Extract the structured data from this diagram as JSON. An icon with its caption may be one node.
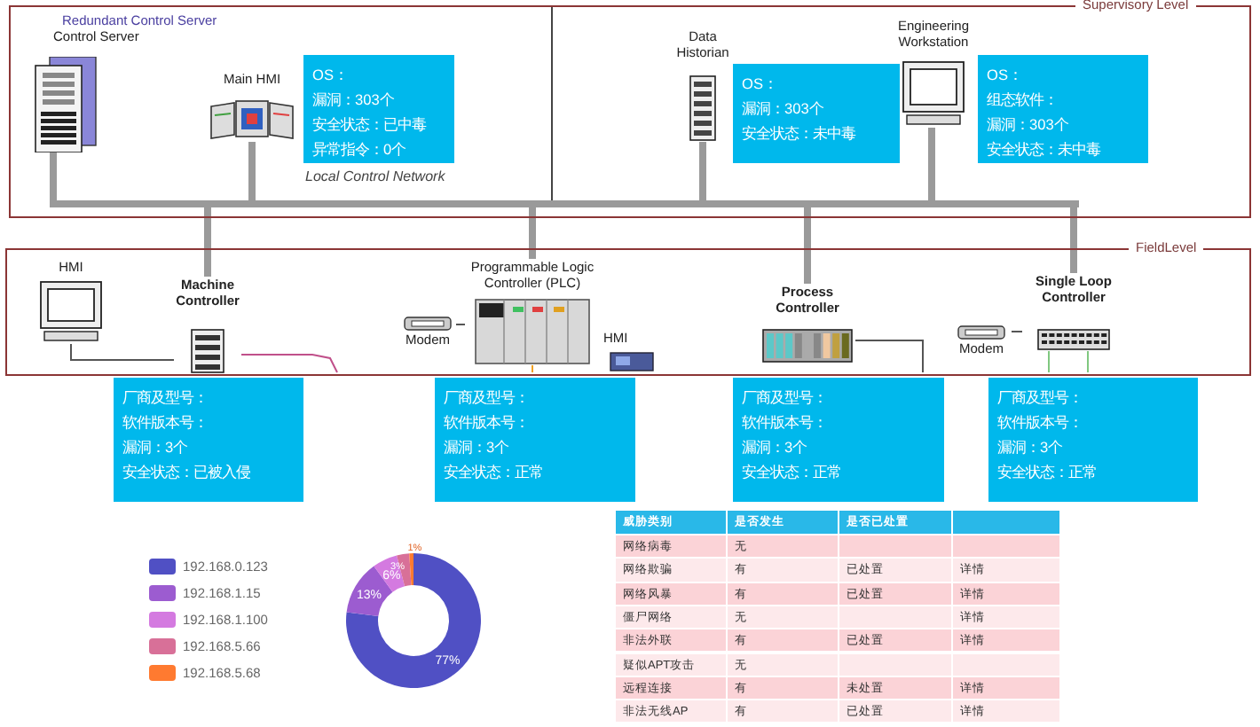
{
  "diagram": {
    "nodes": [
      {
        "text": [
          "Supervisory Level"
        ]
      },
      {
        "text": [
          "Redundant Control Server",
          "Control Server"
        ],
        "in": 0
      },
      {
        "text": [
          "Main HMI"
        ],
        "in": 0
      },
      {
        "text": [
          "OS：",
          "漏洞：303个",
          "安全状态：已中毒",
          "异常指令：0个"
        ],
        "in": 0
      },
      {
        "text": [
          "Data Historian"
        ],
        "in": 0
      },
      {
        "text": [
          "OS：",
          "漏洞：303个",
          "安全状态：未中毒"
        ],
        "in": 0
      },
      {
        "text": [
          "Engineering Workstation"
        ],
        "in": 0
      },
      {
        "text": [
          "OS：",
          "组态软件：",
          "漏洞：303个",
          "安全状态：未中毒"
        ],
        "in": 0
      },
      {
        "text": [],
        "shape": "bar",
        "in": 0
      },
      {
        "text": [
          "FieldLevel"
        ]
      },
      {
        "text": [
          "HMI"
        ],
        "in": 9
      },
      {
        "text": [
          "Machine Controller"
        ],
        "in": 9
      },
      {
        "text": [
          "Modem"
        ],
        "in": 9
      },
      {
        "text": [
          "Programmable Logic Controller (PLC)"
        ],
        "in": 9
      },
      {
        "text": [
          "HMI"
        ],
        "in": 9
      },
      {
        "text": [
          "Process Controller"
        ],
        "in": 9
      },
      {
        "text": [
          "Modem"
        ],
        "in": 9
      },
      {
        "text": [
          "Single Loop Controller"
        ],
        "in": 9
      },
      {
        "text": [
          "厂商及型号：",
          "软件版本号：",
          "漏洞：3个",
          "安全状态：已被入侵"
        ]
      },
      {
        "text": [
          "厂商及型号：",
          "软件版本号：",
          "漏洞：3个",
          "安全状态：正常"
        ]
      },
      {
        "text": [
          "厂商及型号：",
          "软件版本号：",
          "漏洞：3个",
          "安全状态：正常"
        ]
      },
      {
        "text": [
          "厂商及型号：",
          "软件版本号：",
          "漏洞：3个",
          "安全状态：正常"
        ]
      }
    ],
    "edges": [
      {
        "from": 1,
        "to": 8,
        "arrow": "none",
        "style": "thick"
      },
      {
        "from": 2,
        "to": 8,
        "arrow": "none",
        "style": "thick"
      },
      {
        "from": 4,
        "to": 8,
        "arrow": "none",
        "style": "thick"
      },
      {
        "from": 6,
        "to": 8,
        "arrow": "none",
        "style": "thick"
      },
      {
        "from": 11,
        "to": 8,
        "arrow": "none",
        "style": "thick"
      },
      {
        "from": 13,
        "to": 8,
        "arrow": "none",
        "style": "thick"
      },
      {
        "from": 15,
        "to": 8,
        "arrow": "none",
        "style": "thick"
      },
      {
        "from": 17,
        "to": 8,
        "arrow": "none",
        "style": "thick"
      },
      {
        "from": 10,
        "to": 11,
        "arrow": "none"
      },
      {
        "from": 12,
        "to": 13,
        "arrow": "none"
      },
      {
        "from": 16,
        "to": 17,
        "arrow": "none"
      },
      {
        "from": 11,
        "to": null,
        "arrow": "none",
        "color": "#c0508a"
      },
      {
        "from": 13,
        "to": null,
        "arrow": "none",
        "color": "#f0a020"
      },
      {
        "from": 15,
        "to": null,
        "arrow": "none"
      },
      {
        "from": 17,
        "to": null,
        "arrow": "none",
        "color": "#80c880"
      },
      {
        "from": 17,
        "to": null,
        "arrow": "none",
        "color": "#80c880"
      }
    ],
    "labels": [
      "Local Control Network",
      "威胁类别",
      "是否发生",
      "是否已处置",
      "网络病毒",
      "无",
      "网络欺骗",
      "有",
      "已处置",
      "详情",
      "网络风暴",
      "有",
      "已处置",
      "详情",
      "僵尸网络",
      "无",
      "详情",
      "非法外联",
      "有",
      "已处置",
      "详情",
      "疑似APT攻击",
      "无",
      "远程连接",
      "有",
      "未处置",
      "详情",
      "非法无线AP",
      "有",
      "已处置",
      "详情"
    ],
    "legend": [
      {
        "text": "192.168.0.123",
        "color": "#5050c4"
      },
      {
        "text": "192.168.1.15",
        "color": "#9c5cd0"
      },
      {
        "text": "192.168.1.100",
        "color": "#d47ae0"
      },
      {
        "text": "192.168.5.66",
        "color": "#d87098"
      },
      {
        "text": "192.168.5.68",
        "color": "#ff7a30"
      }
    ],
    "chart_data": {
      "type": "donut",
      "values": [
        77,
        13,
        6,
        3,
        1
      ],
      "value_labels": [
        "77%",
        "13%",
        "6%",
        "3%",
        "1%"
      ]
    }
  }
}
